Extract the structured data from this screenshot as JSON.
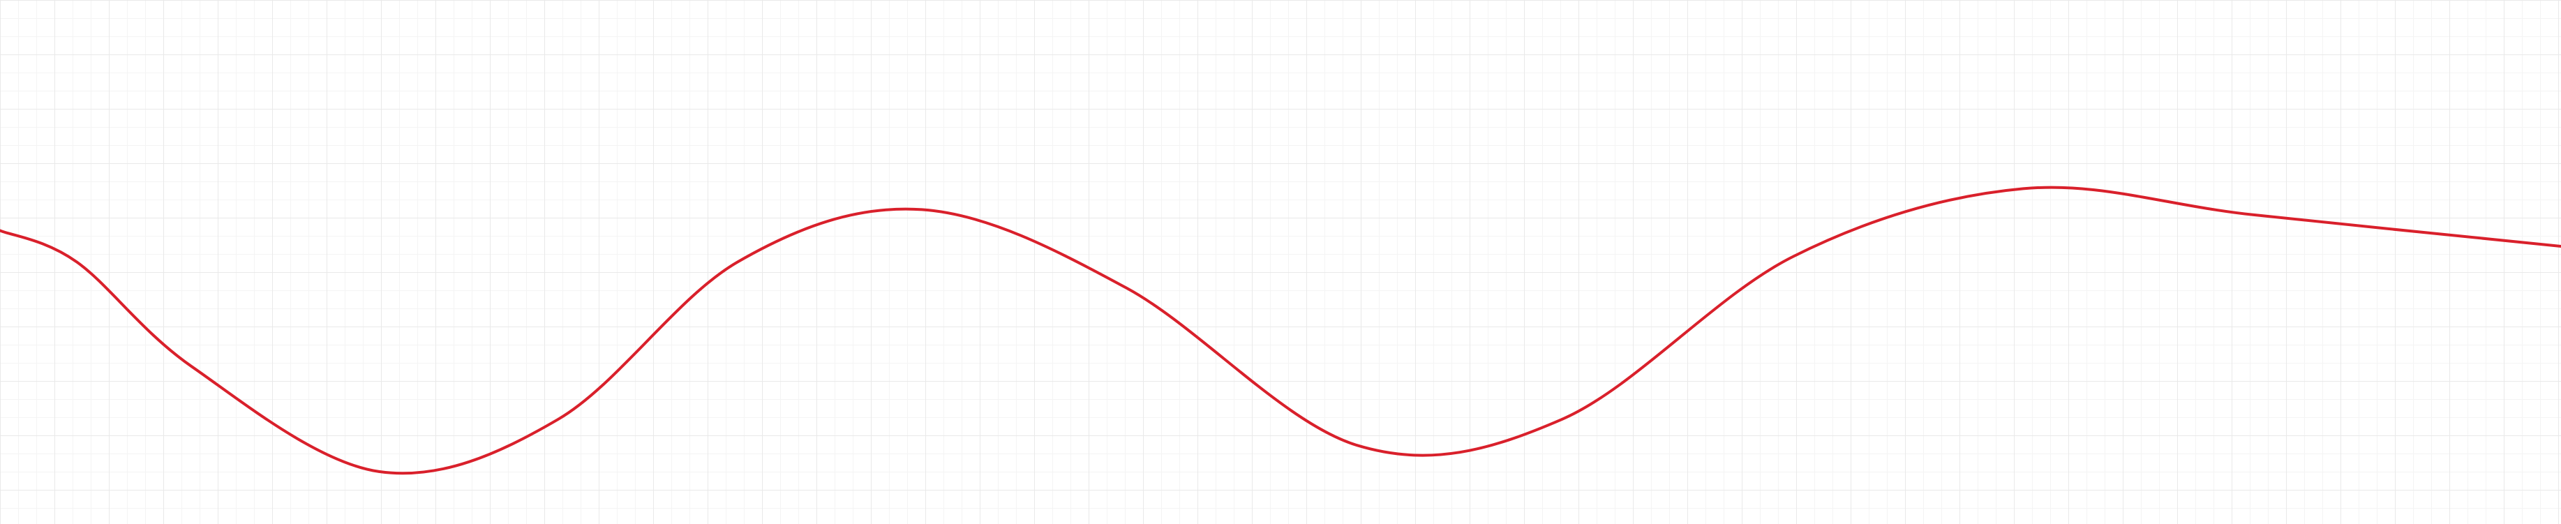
{
  "chart_data": {
    "type": "line",
    "title": "",
    "xlabel": "",
    "ylabel": "",
    "grid": true,
    "colors": {
      "background": "#ffffff",
      "grid_major": "#e9e9e9",
      "grid_minor": "#f4f4f4",
      "line": "#d9202b"
    },
    "series": [
      {
        "points": [
          [
            0.0,
            0.56
          ],
          [
            0.03,
            0.5
          ],
          [
            0.075,
            0.3
          ],
          [
            0.148,
            0.1
          ],
          [
            0.218,
            0.2
          ],
          [
            0.288,
            0.5
          ],
          [
            0.36,
            0.6
          ],
          [
            0.44,
            0.45
          ],
          [
            0.53,
            0.15
          ],
          [
            0.61,
            0.2
          ],
          [
            0.7,
            0.51
          ],
          [
            0.79,
            0.64
          ],
          [
            0.88,
            0.59
          ],
          [
            1.0,
            0.53
          ]
        ]
      }
    ]
  }
}
